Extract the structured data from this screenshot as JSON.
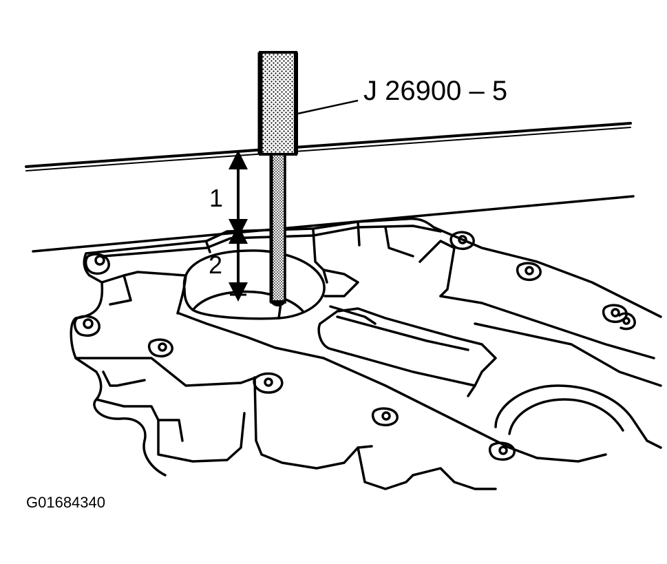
{
  "callout_tool": "J 26900 – 5",
  "dimension_labels": [
    "1",
    "2"
  ],
  "figure_id": "G01684340"
}
